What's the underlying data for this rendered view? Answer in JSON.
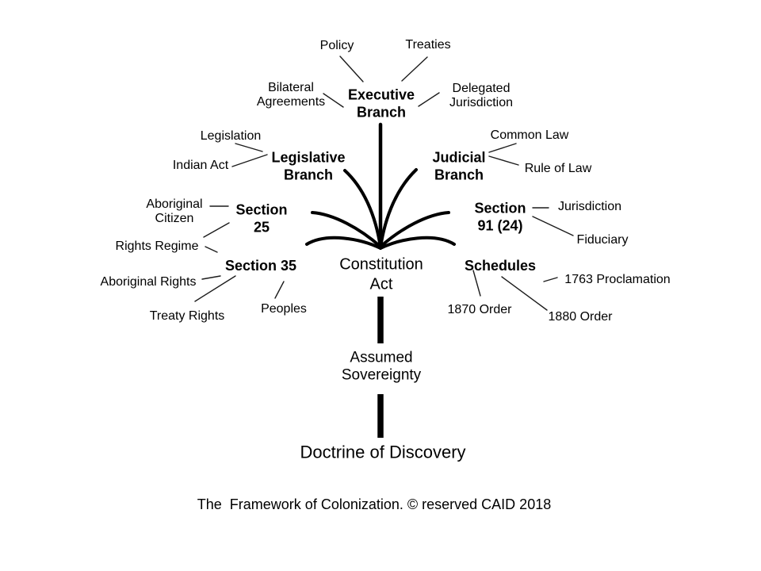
{
  "title": "The Framework of Colonization",
  "colors": {
    "ink": "#000000",
    "background": "#ffffff",
    "connector": "#1c1c1c"
  },
  "nodes": {
    "policy": "Policy",
    "treaties": "Treaties",
    "bilateral_agreements": "Bilateral\nAgreements",
    "executive_branch": "Executive\nBranch",
    "delegated_jurisdiction": "Delegated\nJurisdiction",
    "legislation": "Legislation",
    "indian_act": "Indian Act",
    "legislative_branch": "Legislative\nBranch",
    "common_law": "Common Law",
    "judicial_branch": "Judicial\nBranch",
    "rule_of_law": "Rule of Law",
    "aboriginal_citizen": "Aboriginal\nCitizen",
    "section_25": "Section\n25",
    "section_91_24": "Section\n91 (24)",
    "jurisdiction": "Jurisdiction",
    "rights_regime": "Rights Regime",
    "fiduciary": "Fiduciary",
    "section_35": "Section 35",
    "constitution_act": "Constitution\nAct",
    "schedules": "Schedules",
    "aboriginal_rights": "Aboriginal Rights",
    "proclamation_1763": "1763 Proclamation",
    "treaty_rights": "Treaty Rights",
    "peoples": "Peoples",
    "order_1870": "1870 Order",
    "order_1880": "1880 Order",
    "assumed_sovereignty": "Assumed\nSovereignty",
    "doctrine_of_discovery": "Doctrine of Discovery",
    "caption": "The  Framework of Colonization. © reserved CAID 2018"
  }
}
